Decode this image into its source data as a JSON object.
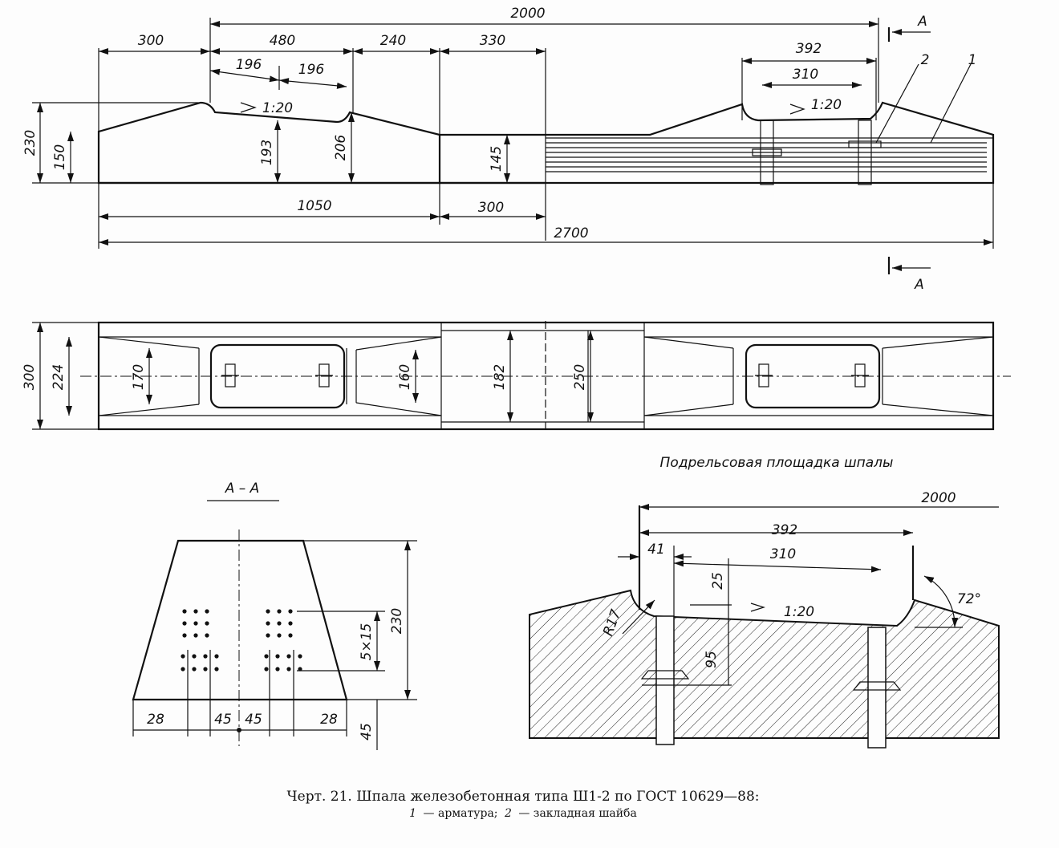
{
  "side_view": {
    "dims": {
      "d2000": "2000",
      "d300a": "300",
      "d480": "480",
      "d240": "240",
      "d330": "330",
      "d392": "392",
      "d196a": "196",
      "d196b": "196",
      "d310": "310",
      "slope_left": "1:20",
      "slope_right": "1:20",
      "d230": "230",
      "d150": "150",
      "d193": "193",
      "d206": "206",
      "d145": "145",
      "d1050": "1050",
      "d300b": "300",
      "d2700": "2700"
    },
    "section_mark_top": "A",
    "section_mark_bottom": "A",
    "callout_1": "1",
    "callout_2": "2"
  },
  "plan_view": {
    "dims": {
      "d300": "300",
      "d224": "224",
      "d170": "170",
      "d160": "160",
      "d182": "182",
      "d250": "250"
    }
  },
  "section_aa": {
    "title": "А – А",
    "dims": {
      "d28a": "28",
      "d45a": "45",
      "d45b": "45",
      "d28b": "28",
      "d5x15": "5×15",
      "d230": "230",
      "d45v": "45"
    }
  },
  "rail_seat": {
    "title": "Подрельсовая площадка шпалы",
    "dims": {
      "d2000": "2000",
      "d392": "392",
      "d41": "41",
      "d310": "310",
      "d25": "25",
      "d95": "95",
      "r17": "R17",
      "slope": "1:20",
      "angle": "72°"
    }
  },
  "caption": {
    "line1": "Черт. 21. Шпала железобетонная типа Ш1-2 по ГОСТ 10629—88:",
    "line2_num1": "1",
    "line2_text1": "— арматура;",
    "line2_num2": "2",
    "line2_text2": "— закладная шайба"
  }
}
